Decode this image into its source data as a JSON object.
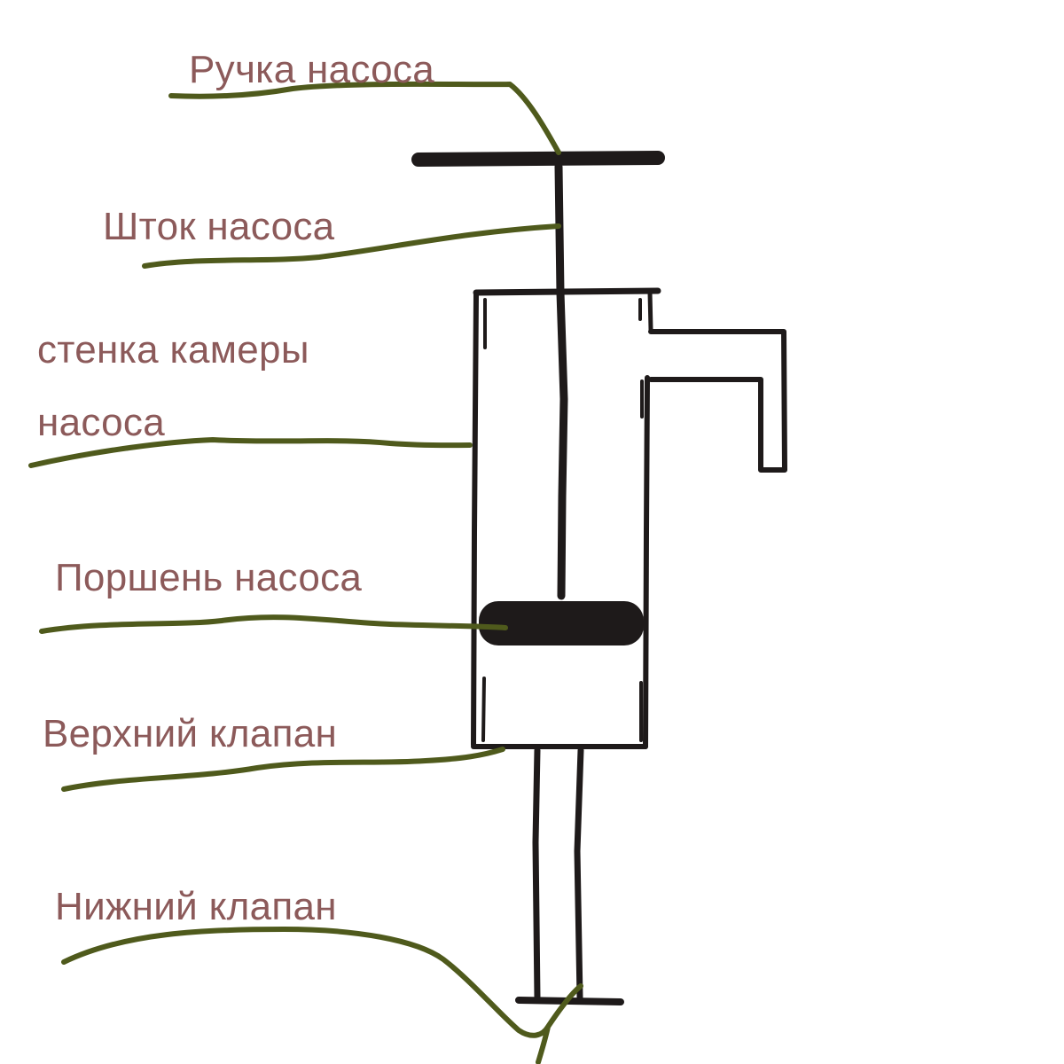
{
  "labels": {
    "handle": "Ручка насоса",
    "rod": "Шток насоса",
    "wall_line1": "стенка камеры",
    "wall_line2": "насоса",
    "piston": "Поршень насоса",
    "upper_valve": "Верхний клапан",
    "lower_valve": "Нижний клапан"
  },
  "colors": {
    "label_text": "#8c5a5a",
    "leader_line": "#4f5a1c",
    "pump_ink": "#1e1a1a",
    "background": "#ffffff"
  }
}
